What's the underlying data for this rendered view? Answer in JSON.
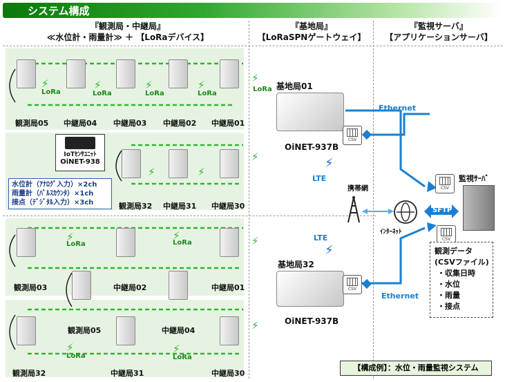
{
  "title": "システム構成",
  "columns": {
    "observation": {
      "line1": "『観測局・中継局』",
      "line2": "≪水位計・雨量計≫ ＋ 【LoRaデバイス】"
    },
    "base": {
      "line1": "『基地局』",
      "line2": "【LoRaSPNゲートウェイ】"
    },
    "monitor": {
      "line1": "『監視サーバ』",
      "line2": "【アプリケーションサーバ】"
    }
  },
  "stations": {
    "row1": [
      "観測局05",
      "中継局04",
      "中継局03",
      "中継局02",
      "中継局01"
    ],
    "row2": [
      "観測局32",
      "中継局31",
      "中継局30"
    ],
    "row3": [
      "観測局03",
      "中継局02",
      "中継局01"
    ],
    "row3b": [
      "観測局05",
      "中継局04"
    ],
    "row4": [
      "観測局32",
      "中継局31",
      "中継局30"
    ]
  },
  "lora_label": "LoRa",
  "iot_device": {
    "line1": "IoTｾﾝｻﾕﾆｯﾄ",
    "line2": "OiNET-938"
  },
  "sensor_info": [
    "水位計（ｱﾅﾛｸﾞ入力）×2ch",
    "雨量計（ﾊﾟﾙｽｶｳﾝﾀ）×1ch",
    "接点（ﾃﾞｼﾞﾀﾙ入力）×3ch"
  ],
  "base01": {
    "name": "基地局01",
    "model": "OiNET-937B"
  },
  "base32": {
    "name": "基地局32",
    "model": "OiNET-937B"
  },
  "lte_label": "LTE",
  "mobile_network": "携帯網",
  "internet": "ｲﾝﾀｰﾈｯﾄ",
  "ethernet": "Ethernet",
  "server": "監視ｻｰﾊﾞ",
  "sftp": "SFTP",
  "csv": "CSV",
  "data_box": {
    "title": "観測データ",
    "subtitle": "(CSVファイル)",
    "items": [
      "・収集日時",
      "・水位",
      "・雨量",
      "・接点"
    ]
  },
  "legend": "【構成例】：水位・雨量監視システム",
  "colors": {
    "lora_green": "#2cb82c",
    "ethernet_blue": "#1a7fd1",
    "title_green": "#0a7a0a"
  }
}
